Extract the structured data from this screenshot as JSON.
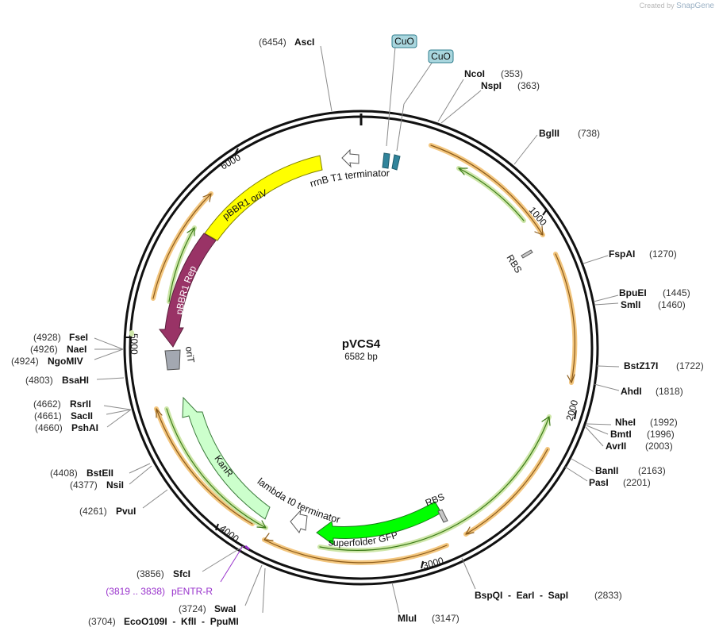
{
  "watermark": {
    "created_by": "Created by",
    "brand": "SnapGene"
  },
  "plasmid": {
    "name": "pVCS4",
    "length_label": "6582 bp",
    "length": 6582
  },
  "ticks": [
    "1000",
    "2000",
    "3000",
    "4000",
    "5000",
    "6000"
  ],
  "colors": {
    "ring": "#111111",
    "leader": "#8a8a8a",
    "enzyme": "#111111",
    "position": "#333333",
    "primer": "#9933cc"
  },
  "sites": [
    {
      "id": "asci",
      "name": "AscI",
      "pos": "6454"
    },
    {
      "id": "ncoi",
      "name": "NcoI",
      "pos": "353"
    },
    {
      "id": "nspi",
      "name": "NspI",
      "pos": "363"
    },
    {
      "id": "bglii",
      "name": "BglII",
      "pos": "738"
    },
    {
      "id": "fspai",
      "name": "FspAI",
      "pos": "1270"
    },
    {
      "id": "bpuei",
      "name": "BpuEI",
      "pos": "1445"
    },
    {
      "id": "smli",
      "name": "SmlI",
      "pos": "1460"
    },
    {
      "id": "bstz17i",
      "name": "BstZ17I",
      "pos": "1722"
    },
    {
      "id": "ahdi",
      "name": "AhdI",
      "pos": "1818"
    },
    {
      "id": "nhei",
      "name": "NheI",
      "pos": "1992"
    },
    {
      "id": "bmti",
      "name": "BmtI",
      "pos": "1996"
    },
    {
      "id": "avrii",
      "name": "AvrII",
      "pos": "2003"
    },
    {
      "id": "banii",
      "name": "BanII",
      "pos": "2163"
    },
    {
      "id": "pasi",
      "name": "PasI",
      "pos": "2201"
    },
    {
      "id": "bspqi",
      "name": "BspQI  -  EarI  -  SapI",
      "pos": "2833"
    },
    {
      "id": "mlui",
      "name": "MluI",
      "pos": "3147"
    },
    {
      "id": "ecoo109i",
      "name": "EcoO109I  -  KflI  -  PpuMI",
      "pos": "3704"
    },
    {
      "id": "swai",
      "name": "SwaI",
      "pos": "3724"
    },
    {
      "id": "sfci",
      "name": "SfcI",
      "pos": "3856"
    },
    {
      "id": "pvui",
      "name": "PvuI",
      "pos": "4261"
    },
    {
      "id": "nsii",
      "name": "NsiI",
      "pos": "4377"
    },
    {
      "id": "bsteii",
      "name": "BstEII",
      "pos": "4408"
    },
    {
      "id": "pshai",
      "name": "PshAI",
      "pos": "4660"
    },
    {
      "id": "saci",
      "name": "SacII",
      "pos": "4661"
    },
    {
      "id": "rsrii",
      "name": "RsrII",
      "pos": "4662"
    },
    {
      "id": "bsahi",
      "name": "BsaHI",
      "pos": "4803"
    },
    {
      "id": "ngomiv",
      "name": "NgoMIV",
      "pos": "4924"
    },
    {
      "id": "naei",
      "name": "NaeI",
      "pos": "4926"
    },
    {
      "id": "fsei",
      "name": "FseI",
      "pos": "4928"
    }
  ],
  "primer": {
    "range": "(3819 .. 3838)",
    "name": "pENTR-R"
  },
  "features": {
    "cuo1": "CuO",
    "cuo2": "CuO",
    "rrnb": "rrnB T1 terminator",
    "rbs_top": "RBS",
    "rbs_bottom": "RBS",
    "pbbr1_oriv": "pBBR1 oriV",
    "pbbr1_rep": "pBBR1 Rep",
    "orit": "oriT",
    "kanr": "KanR",
    "lambda": "lambda t0 terminator",
    "sfgfp": "superfolder GFP"
  }
}
